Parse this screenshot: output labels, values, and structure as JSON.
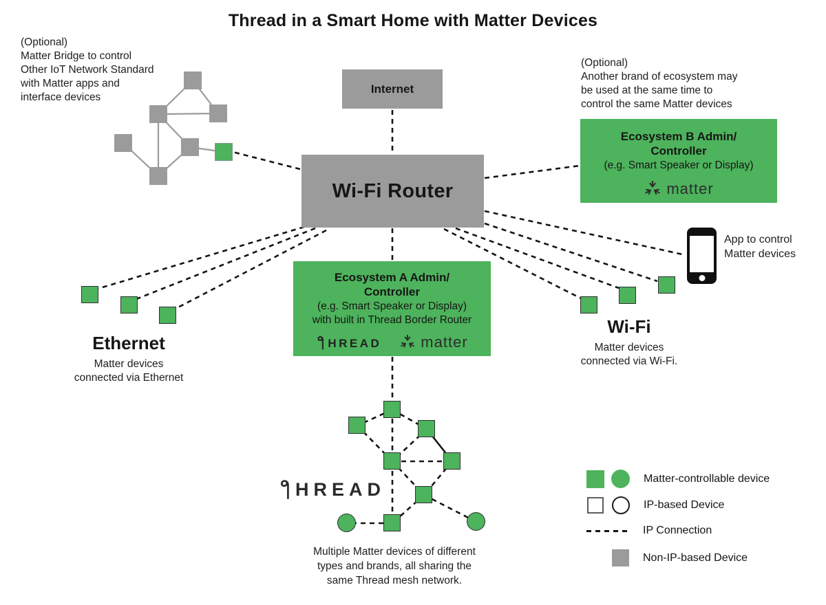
{
  "title": "Thread in a Smart Home with Matter Devices",
  "colors": {
    "green": "#4db35c",
    "gray": "#9b9b9b"
  },
  "bridge_note": "(Optional)\nMatter Bridge to control\nOther IoT Network Standard\nwith Matter apps and\ninterface devices",
  "internet": {
    "label": "Internet"
  },
  "router": {
    "label": "Wi-Fi Router"
  },
  "ecosystem_b": {
    "note": "(Optional)\nAnother brand of ecosystem may\nbe used at the same time to\ncontrol the same Matter devices",
    "title": "Ecosystem B Admin/\nController",
    "subtitle": "(e.g. Smart Speaker or Display)",
    "matter_label": "matter"
  },
  "ecosystem_a": {
    "title": "Ecosystem A Admin/\nController",
    "subtitle": "(e.g. Smart Speaker or Display)\nwith built in Thread Border Router",
    "thread_label": "HREAD",
    "matter_label": "matter"
  },
  "ethernet": {
    "heading": "Ethernet",
    "caption": "Matter devices\nconnected via Ethernet"
  },
  "wifi": {
    "heading": "Wi-Fi",
    "caption": "Matter devices\nconnected via Wi-Fi."
  },
  "phone": {
    "note": "App to control\nMatter devices"
  },
  "thread": {
    "logo_label": "HREAD",
    "caption": "Multiple Matter devices of different\ntypes and brands, all sharing the\nsame Thread mesh network."
  },
  "legend": {
    "items": [
      {
        "label": "Matter-controllable device"
      },
      {
        "label": "IP-based Device"
      },
      {
        "label": "IP Connection"
      },
      {
        "label": "Non-IP-based Device"
      }
    ]
  }
}
